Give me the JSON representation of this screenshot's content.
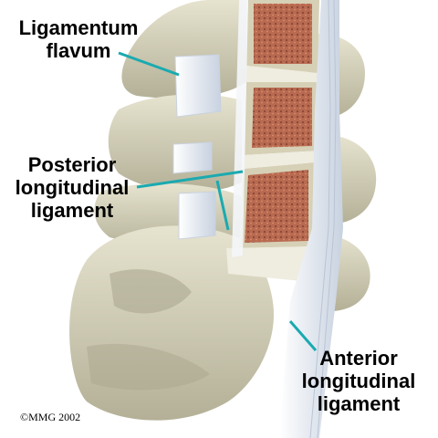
{
  "labels": {
    "ligamentum_flavum": [
      "Ligamentum",
      "flavum"
    ],
    "posterior_longitudinal": [
      "Posterior",
      "longitudinal",
      "ligament"
    ],
    "anterior_longitudinal": [
      "Anterior",
      "longitudinal",
      "ligament"
    ]
  },
  "copyright": "©MMG 2002",
  "colors": {
    "bone": "#dcd9c2",
    "bone_shadow": "#a8a48c",
    "marrow": "#b86a50",
    "ligament": "#f2f4f8",
    "ligament_shade": "#c8d2e0",
    "pointer": "#1aaab0"
  }
}
